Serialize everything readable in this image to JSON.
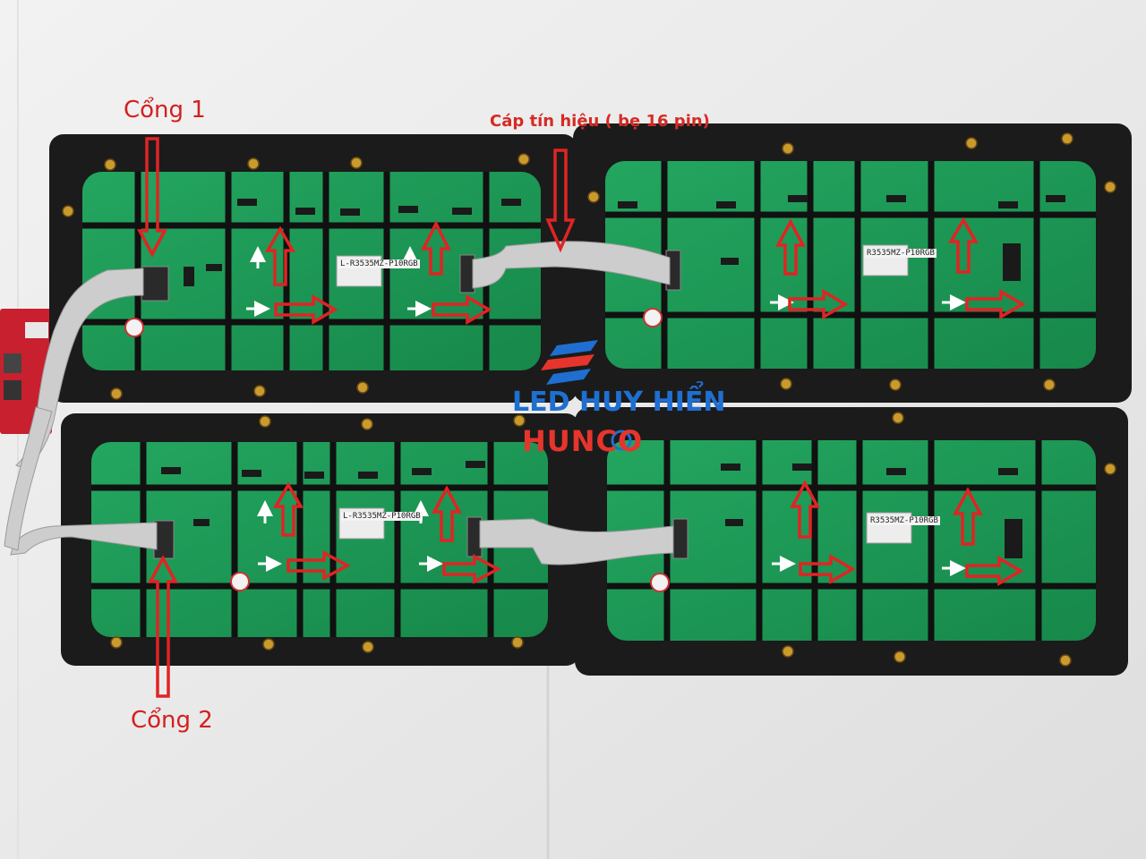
{
  "annotations": {
    "port_1": "Cổng 1",
    "port_2": "Cổng 2",
    "signal_cable": "Cáp tín hiệu ( bẹ 16 pin)"
  },
  "watermark": {
    "line1": "LED HUY HIỂN",
    "line2": "HUNCO"
  },
  "module_labels": [
    "L-R3535MZ-P10RGB",
    "R3535MZ-P10RGB",
    "L-R3535MZ-P10RGB",
    "R3535MZ-P10RGB"
  ],
  "colors": {
    "wall": "#ececec",
    "pcb": "#1f9a55",
    "frame": "#1b1b1b",
    "arrow": "#e02424",
    "annotation_text": "#d3201f",
    "logo_blue": "#1f6fd1",
    "logo_red": "#e6352c",
    "ribbon_cable": "#c9c9c9"
  }
}
